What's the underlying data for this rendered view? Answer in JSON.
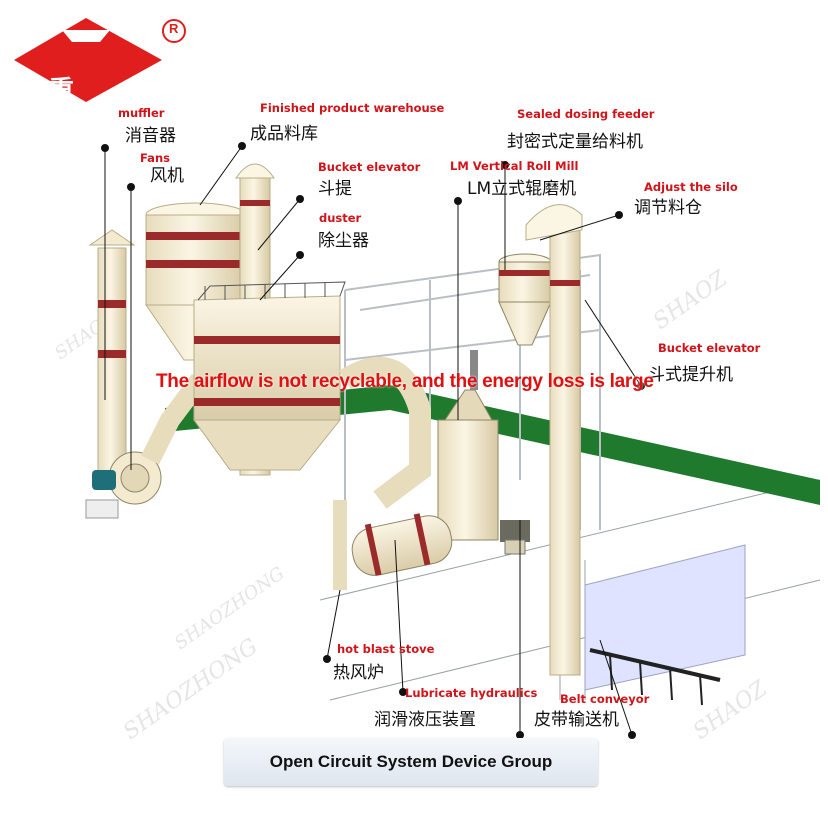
{
  "brand": {
    "logo_text": "少重",
    "registered_mark": "R",
    "brand_color": "#e01e1e",
    "watermark_text": "SHAOZHONG"
  },
  "labels": {
    "muffler": {
      "en": "muffler",
      "zh": "消音器"
    },
    "fans": {
      "en": "Fans",
      "zh": "风机"
    },
    "warehouse": {
      "en": "Finished product warehouse",
      "zh": "成品料库"
    },
    "bucket_elevator_1": {
      "en": "Bucket elevator",
      "zh": "斗提"
    },
    "duster": {
      "en": "duster",
      "zh": "除尘器"
    },
    "dosing_feeder": {
      "en": "Sealed dosing feeder",
      "zh": "封密式定量给料机"
    },
    "roll_mill": {
      "en": "LM Vertical Roll Mill",
      "zh": "LM立式辊磨机"
    },
    "silo": {
      "en": "Adjust the silo",
      "zh": "调节料仓"
    },
    "bucket_elevator_2": {
      "en": "Bucket elevator",
      "zh": "斗式提升机"
    },
    "blast_stove": {
      "en": "hot blast stove",
      "zh": "热风炉"
    },
    "hydraulics": {
      "en": "Lubricate hydraulics",
      "zh": "润滑液压装置"
    },
    "belt_conveyor": {
      "en": "Belt conveyor",
      "zh": "皮带输送机"
    }
  },
  "warning": "The airflow is not recyclable, and the energy loss is large",
  "caption": "Open Circuit System Device Group",
  "colors": {
    "label_red": "#d0141a",
    "equipment_cream": "#f4ead0",
    "equipment_band": "#9b2a2a",
    "platform_green": "#1f7a2e",
    "frame_gray": "#b9bfc4"
  }
}
